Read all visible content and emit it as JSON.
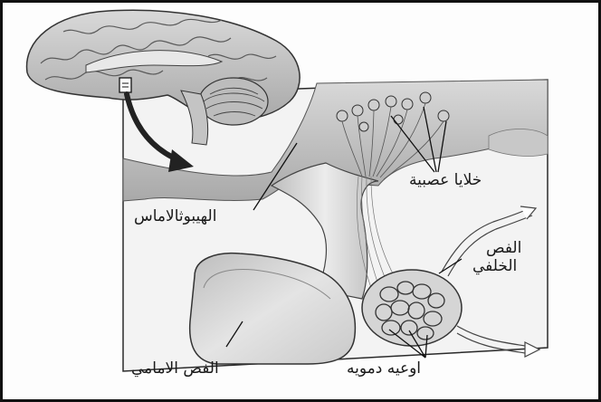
{
  "labels": {
    "neurons": "خلايا عصبية",
    "hypothalamus": "الهيبوثالاماس",
    "posterior_lobe_line1": "الفص",
    "posterior_lobe_line2": "الخلفي",
    "anterior_lobe": "الفص الامامي",
    "blood_vessels": "اوعيه دمويه"
  },
  "colors": {
    "ink": "#1a1a1a",
    "line": "#2a2a2a",
    "tissue_dark": "#9a9a9a",
    "tissue_mid": "#c4c4c4",
    "tissue_light": "#e6e6e6",
    "background": "#fdfdfd"
  }
}
